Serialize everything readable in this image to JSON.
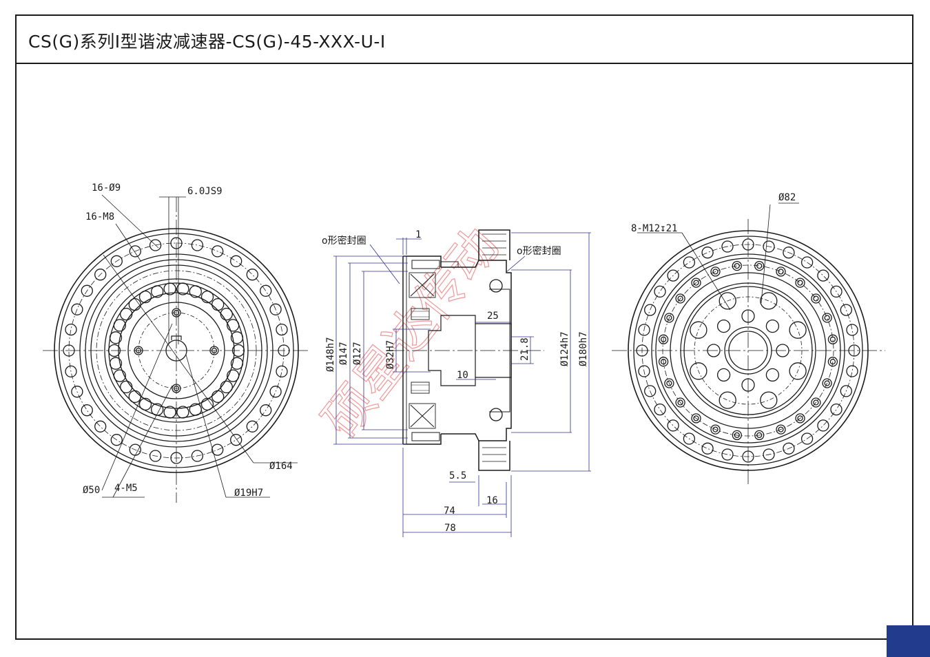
{
  "title": "CS(G)系列I型谐波减速器-CS(G)-45-XXX-U-I",
  "watermark": "硕星达传动",
  "colors": {
    "line": "#1a1a1a",
    "accent": "#233b8c",
    "dimension": "#2b2f8f",
    "watermark": "#e85b5b"
  },
  "front_view": {
    "labels": {
      "holes_16": "16-Ø9",
      "keyway": "6.0JS9",
      "threads_16": "16-M8",
      "bolt_circle": "Ø164",
      "inner_bore": "Ø50",
      "threads_4": "4-M5",
      "shaft_bore": "Ø19H7"
    }
  },
  "section_view": {
    "labels": {
      "seal_left": "o形密封圈",
      "gap": "1",
      "seal_right": "o形密封圈",
      "dia_148": "Ø148h7",
      "dia_147": "Ø147",
      "dia_127": "Ø127",
      "dia_32": "Ø32H7",
      "dim_25": "25",
      "dim_21_8": "21.8",
      "dim_10": "10",
      "dia_124": "Ø124h7",
      "dia_180": "Ø180h7",
      "dim_5_5": "5.5",
      "dim_16": "16",
      "dim_74": "74",
      "dim_78": "78"
    }
  },
  "rear_view": {
    "labels": {
      "pitch_dia": "Ø82",
      "threads_8": "8-M12↧21"
    }
  }
}
